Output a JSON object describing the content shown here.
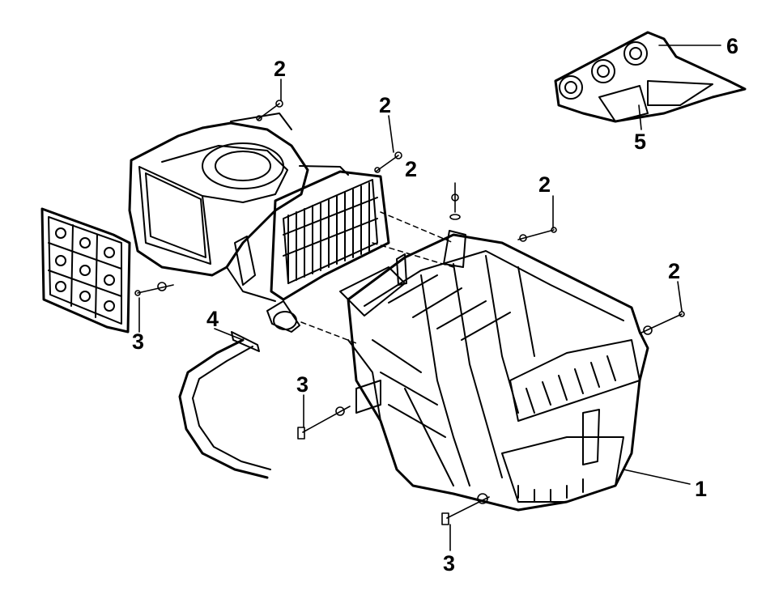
{
  "callouts": {
    "part_1": "1",
    "part_2_a": "2",
    "part_2_b": "2",
    "part_2_c": "2",
    "part_2_d": "2",
    "part_2_e": "2",
    "part_3_a": "3",
    "part_3_b": "3",
    "part_3_c": "3",
    "part_4": "4",
    "part_5": "5",
    "part_6": "6"
  },
  "colors": {
    "line": "#000000",
    "background": "#ffffff"
  }
}
